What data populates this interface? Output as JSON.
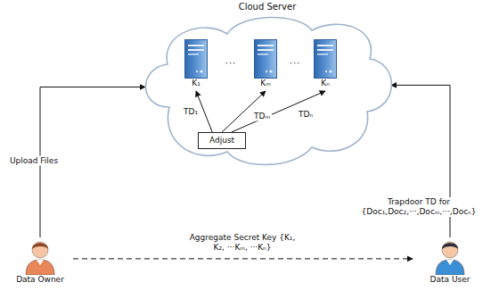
{
  "diagram": {
    "nodes": [
      {
        "text": [
          "Cloud Server"
        ]
      },
      {
        "text": [
          "K₁"
        ],
        "in": 0
      },
      {
        "text": [
          "Kₘ"
        ],
        "in": 0
      },
      {
        "text": [
          "Kₙ"
        ],
        "in": 0
      },
      {
        "text": [
          "Adjust"
        ],
        "in": 0
      },
      {
        "text": [
          "Data Owner"
        ]
      },
      {
        "text": [
          "Data User"
        ]
      }
    ],
    "edges": [
      {
        "from": 4,
        "to": 1,
        "arrow": "to",
        "label": "TD₁"
      },
      {
        "from": 4,
        "to": 2,
        "arrow": "to",
        "label": "TDₘ"
      },
      {
        "from": 4,
        "to": 3,
        "arrow": "to",
        "label": "TDₙ"
      },
      {
        "from": 5,
        "to": 0,
        "arrow": "to",
        "label": "Upload Files"
      },
      {
        "from": 6,
        "to": 0,
        "arrow": "to",
        "label": "Trapdoor TD for {Doc₁,Doc₂,···,Docₘ,···,Docₙ}"
      },
      {
        "from": 5,
        "to": 6,
        "arrow": "to",
        "label": "Aggregate Secret Key {K₁, K₂, ···Kₘ, ···Kₙ}"
      }
    ],
    "labels": [
      "···",
      "···"
    ]
  }
}
